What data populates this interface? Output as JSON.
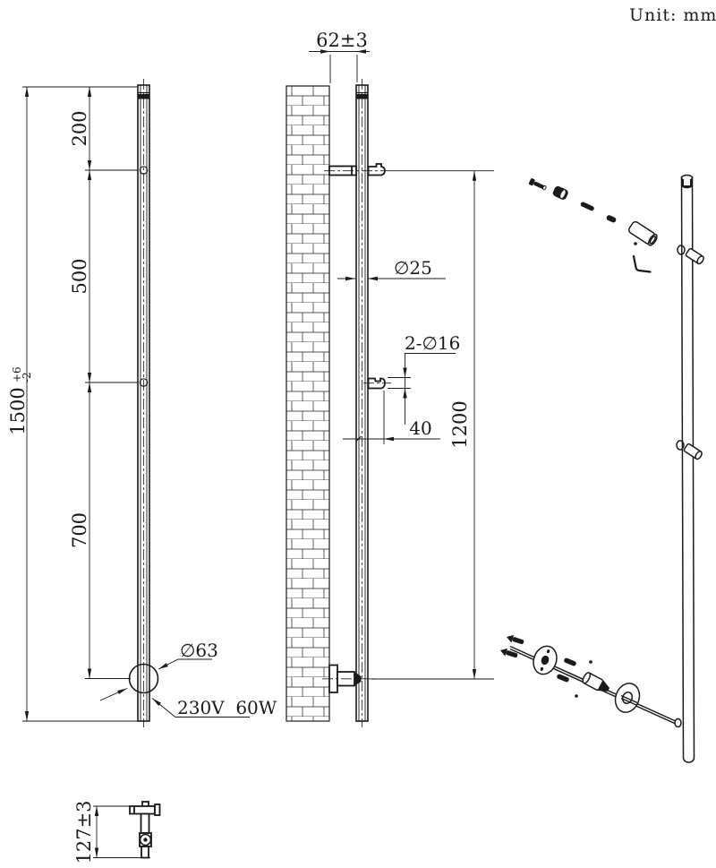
{
  "title": {
    "unit_label": "Unit: mm"
  },
  "front_view": {
    "dim_top": "200",
    "dim_mid": "500",
    "dim_bottom": "700",
    "dim_overall": "1500",
    "dim_overall_tol_upper": "+6",
    "dim_overall_tol_lower": "-2",
    "label_base_diameter": "∅63",
    "label_power": "230V  60W"
  },
  "side_view": {
    "dim_wall_offset": "62±3",
    "label_tube_diameter": "∅25",
    "label_hook_diameter": "2-∅16",
    "dim_hook_projection": "40",
    "dim_mount_height": "1200"
  },
  "detail_view": {
    "dim_total_projection": "127±3"
  }
}
